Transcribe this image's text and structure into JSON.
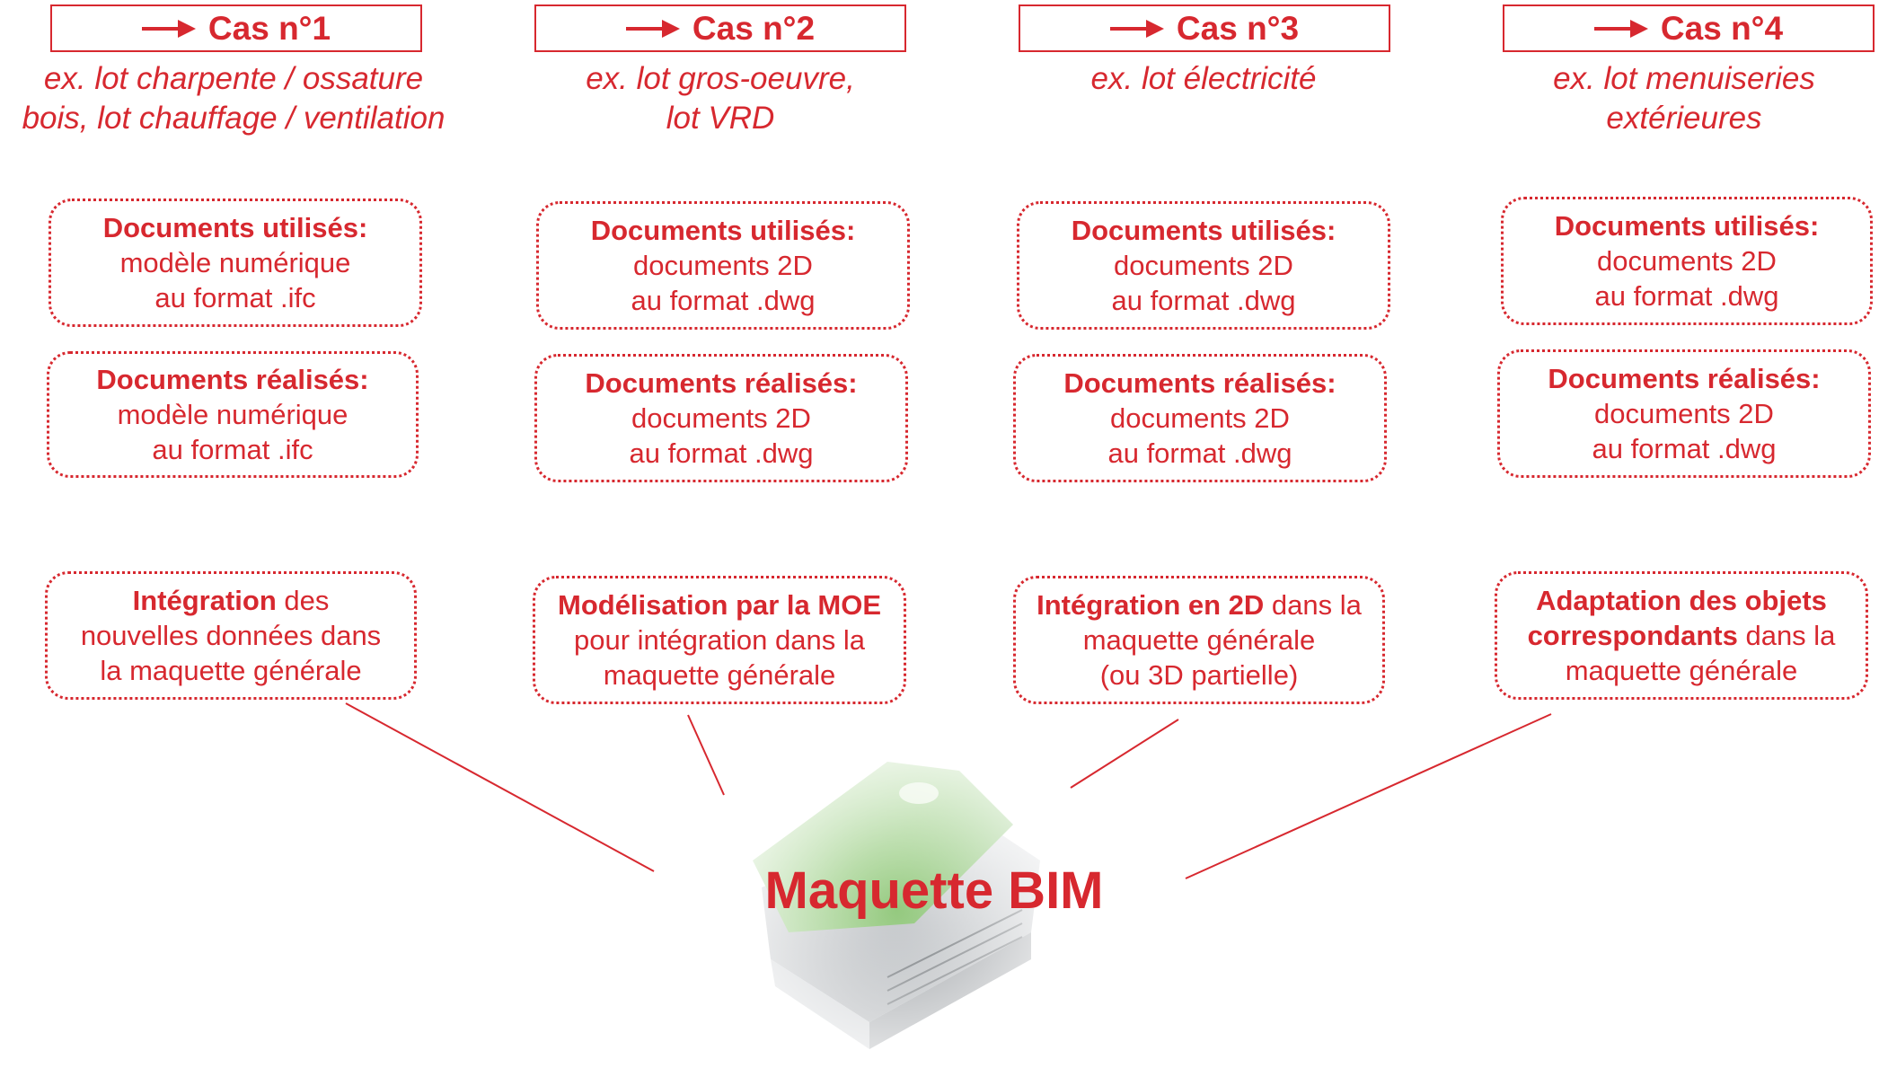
{
  "cases": [
    {
      "title": "Cas n°1",
      "example": [
        "ex. lot charpente / ossature",
        "bois, lot chauffage / ventilation"
      ],
      "docs_used": {
        "heading": "Documents utilisés:",
        "lines": [
          "modèle numérique",
          "au format .ifc"
        ]
      },
      "docs_done": {
        "heading": "Documents réalisés:",
        "lines": [
          "modèle numérique",
          "au format .ifc"
        ]
      },
      "integration": {
        "bold": "Intégration",
        "rest": " des",
        "lines": [
          "nouvelles données dans",
          "la maquette générale"
        ]
      }
    },
    {
      "title": "Cas n°2",
      "example": [
        "ex. lot gros-oeuvre,",
        "lot VRD"
      ],
      "docs_used": {
        "heading": "Documents utilisés:",
        "lines": [
          "documents 2D",
          "au format .dwg"
        ]
      },
      "docs_done": {
        "heading": "Documents réalisés:",
        "lines": [
          "documents 2D",
          "au format .dwg"
        ]
      },
      "integration": {
        "bold": "Modélisation par la MOE",
        "rest": "",
        "lines": [
          "pour intégration dans la",
          "maquette générale"
        ]
      }
    },
    {
      "title": "Cas n°3",
      "example": [
        "ex. lot électricité"
      ],
      "docs_used": {
        "heading": "Documents utilisés:",
        "lines": [
          "documents 2D",
          "au format .dwg"
        ]
      },
      "docs_done": {
        "heading": "Documents réalisés:",
        "lines": [
          "documents 2D",
          "au format .dwg"
        ]
      },
      "integration": {
        "bold": "Intégration en 2D",
        "rest": " dans la",
        "lines": [
          "maquette générale",
          "(ou 3D partielle)"
        ]
      }
    },
    {
      "title": "Cas n°4",
      "example": [
        "ex. lot menuiseries",
        "extérieures"
      ],
      "docs_used": {
        "heading": "Documents utilisés:",
        "lines": [
          "documents 2D",
          "au format .dwg"
        ]
      },
      "docs_done": {
        "heading": "Documents réalisés:",
        "lines": [
          "documents 2D",
          "au format .dwg"
        ]
      },
      "integration": {
        "bold": "Adaptation des objets",
        "bold2": "correspondants",
        "rest2": " dans la",
        "lines": [
          "maquette générale"
        ]
      }
    }
  ],
  "center": {
    "label": "Maquette BIM",
    "icon": "building-model-icon"
  },
  "colors": {
    "accent": "#d7282f",
    "model_green": "#9fd08a",
    "model_grey": "#b9bcbf"
  }
}
